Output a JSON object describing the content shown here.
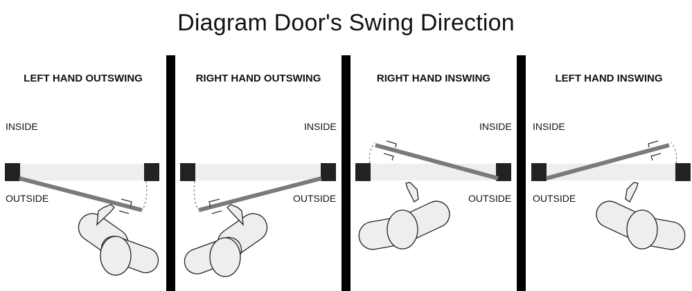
{
  "title": "Diagram Door's Swing Direction",
  "panels": [
    {
      "label": "LEFT HAND OUTSWING",
      "inside": "INSIDE",
      "outside": "OUTSIDE"
    },
    {
      "label": "RIGHT HAND OUTSWING",
      "inside": "INSIDE",
      "outside": "OUTSIDE"
    },
    {
      "label": "RIGHT HAND INSWING",
      "inside": "INSIDE",
      "outside": "OUTSIDE"
    },
    {
      "label": "LEFT HAND INSWING",
      "inside": "INSIDE",
      "outside": "OUTSIDE"
    }
  ],
  "colors": {
    "door": "#7a7a7a",
    "frame": "#222222",
    "opening": "#eeeeee",
    "divider": "#000000",
    "figure_fill": "#eeeeee"
  }
}
